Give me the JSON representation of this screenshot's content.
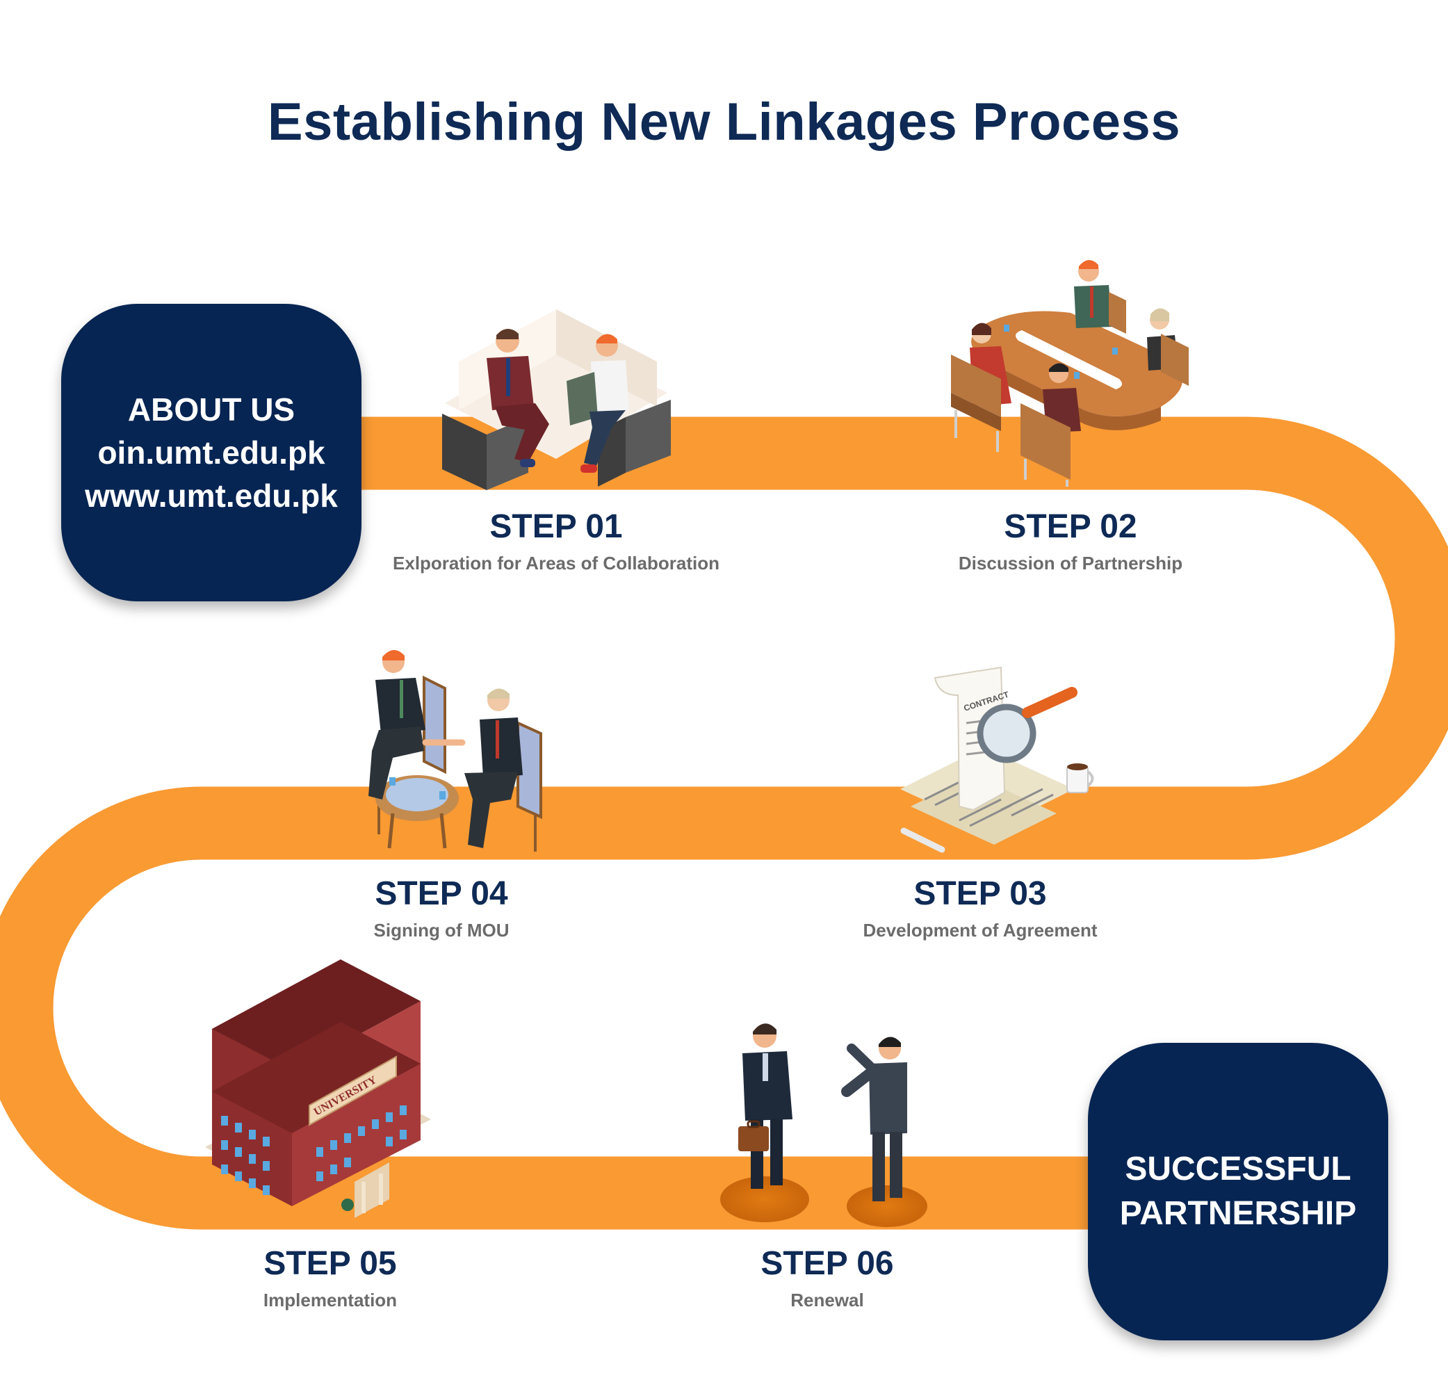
{
  "title": "Establishing New Linkages Process",
  "about": {
    "heading": "ABOUT US",
    "links": [
      "oin.umt.edu.pk",
      "www.umt.edu.pk"
    ]
  },
  "end": {
    "lines": [
      "SUCCESSFUL",
      "PARTNERSHIP"
    ]
  },
  "steps": [
    {
      "number": "STEP 01",
      "label": "Exlporation for Areas of Collaboration",
      "icon": "meeting-sofa-icon"
    },
    {
      "number": "STEP 02",
      "label": "Discussion of Partnership",
      "icon": "conference-table-icon"
    },
    {
      "number": "STEP 03",
      "label": "Development of Agreement",
      "icon": "contract-magnifier-icon"
    },
    {
      "number": "STEP 04",
      "label": "Signing of MOU",
      "icon": "handshake-icon"
    },
    {
      "number": "STEP 05",
      "label": "Implementation",
      "icon": "university-building-icon"
    },
    {
      "number": "STEP 06",
      "label": "Renewal",
      "icon": "businessmen-talking-icon"
    }
  ],
  "colors": {
    "path": "#f99a33",
    "navy": "#072553",
    "label_gray": "#6b6b6b",
    "building_red": "#8e2d2d",
    "window_blue": "#5aa9e0",
    "suit_dark": "#2f3640"
  },
  "building_sign": "UNIVERSITY",
  "document_title": "CONTRACT"
}
